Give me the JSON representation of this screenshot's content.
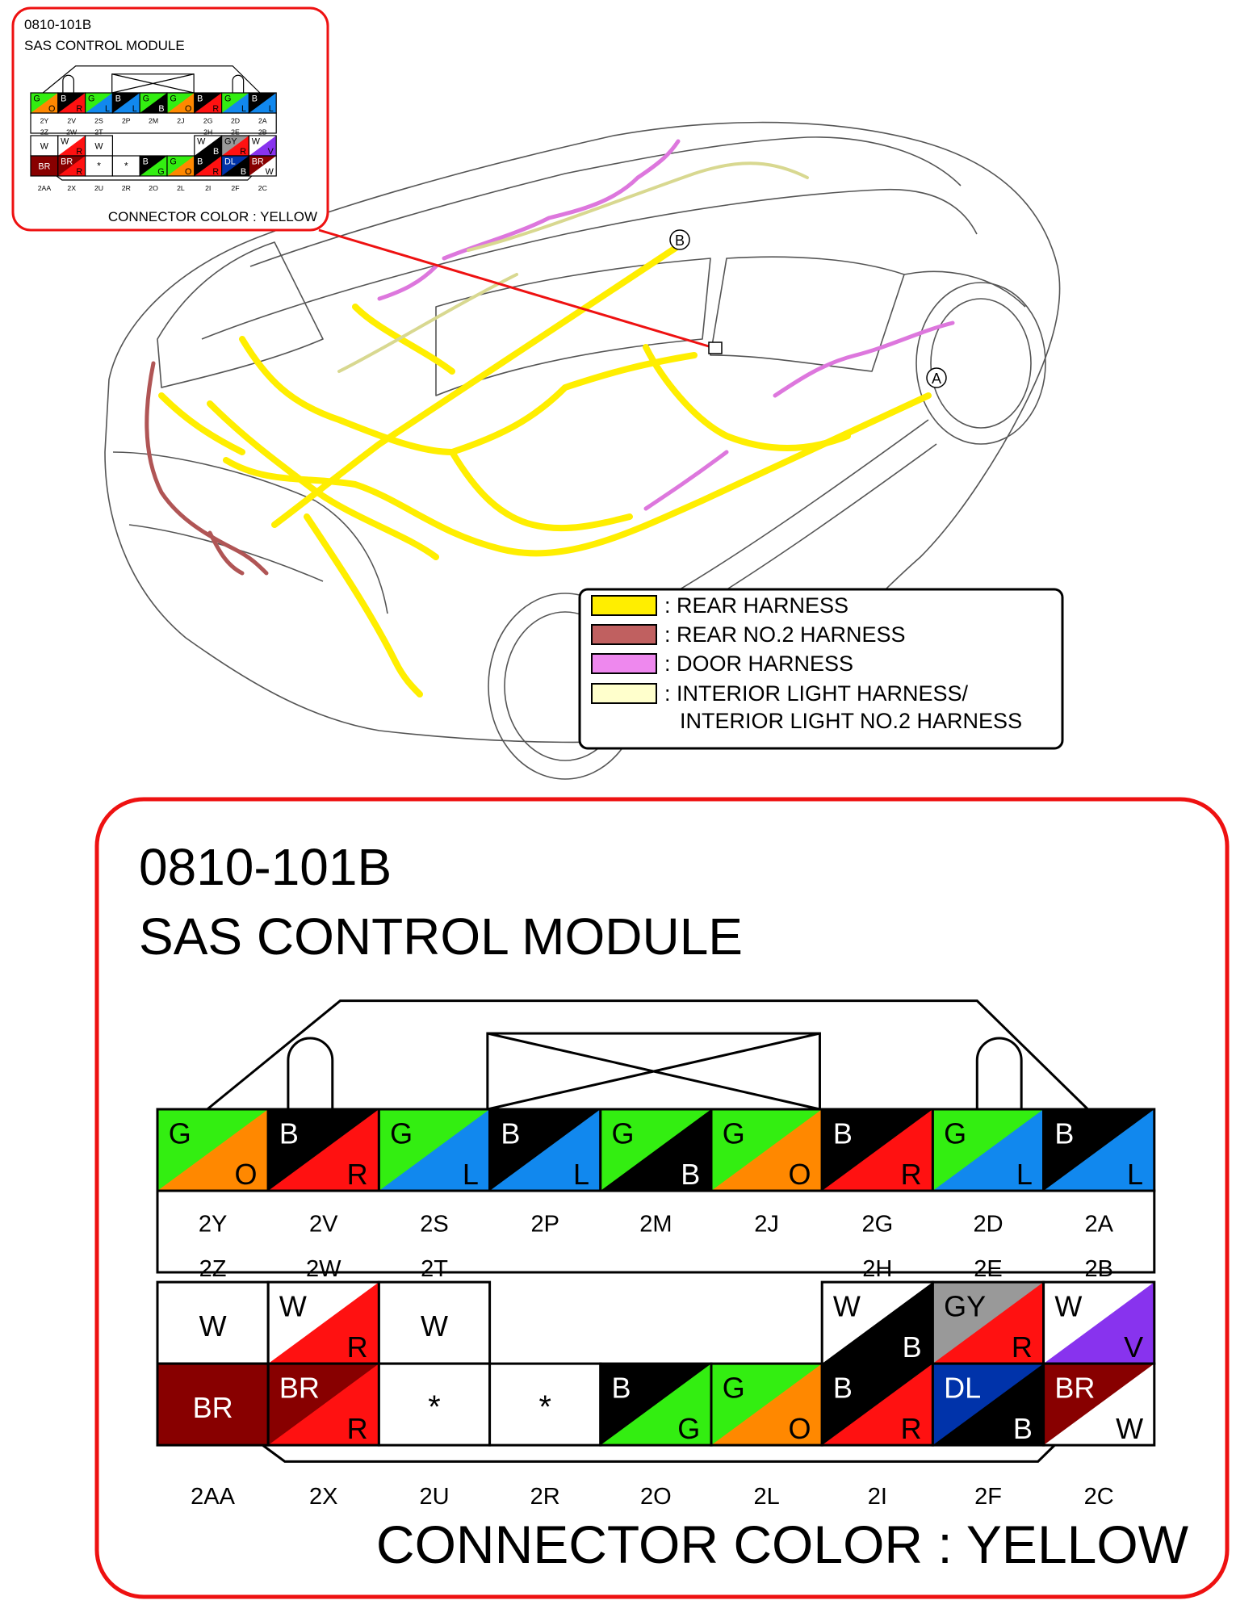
{
  "colors": {
    "G": "#33ee11",
    "O": "#ff8800",
    "B": "#000000",
    "R": "#ff1111",
    "L": "#1188ee",
    "W": "#ffffff",
    "GY": "#999999",
    "V": "#8833ee",
    "DL": "#0033aa",
    "BR": "#880000",
    "frame": "#ee1111",
    "harness_rear": "#ffee00",
    "harness_rear2": "#c06060",
    "harness_door": "#ee88ee",
    "harness_light": "#ffffcc"
  },
  "inset": {
    "code": "0810-101B",
    "title": "SAS CONTROL MODULE",
    "connector_color": "CONNECTOR COLOR : YELLOW"
  },
  "diagram": {
    "markers": [
      "B",
      "A"
    ]
  },
  "legend": {
    "items": [
      {
        "label": ": REAR HARNESS",
        "color": "#ffee00"
      },
      {
        "label": ": REAR NO.2 HARNESS",
        "color": "#c06060"
      },
      {
        "label": ": DOOR HARNESS",
        "color": "#ee88ee"
      },
      {
        "label": ": INTERIOR LIGHT HARNESS/",
        "color": "#ffffcc"
      },
      {
        "label": "INTERIOR LIGHT NO.2 HARNESS",
        "color": ""
      }
    ]
  },
  "connector": {
    "code": "0810-101B",
    "title": "SAS CONTROL MODULE",
    "connector_color": "CONNECTOR COLOR : YELLOW",
    "row1": [
      {
        "pin": "2Y",
        "c1": "G",
        "c2": "O"
      },
      {
        "pin": "2V",
        "c1": "B",
        "c2": "R"
      },
      {
        "pin": "2S",
        "c1": "G",
        "c2": "L"
      },
      {
        "pin": "2P",
        "c1": "B",
        "c2": "L"
      },
      {
        "pin": "2M",
        "c1": "G",
        "c2": "B"
      },
      {
        "pin": "2J",
        "c1": "G",
        "c2": "O"
      },
      {
        "pin": "2G",
        "c1": "B",
        "c2": "R"
      },
      {
        "pin": "2D",
        "c1": "G",
        "c2": "L"
      },
      {
        "pin": "2A",
        "c1": "B",
        "c2": "L"
      }
    ],
    "row2": [
      {
        "pin": "2Z",
        "c1": "W",
        "c2": ""
      },
      {
        "pin": "2W",
        "c1": "W",
        "c2": "R"
      },
      {
        "pin": "2T",
        "c1": "W",
        "c2": ""
      },
      null,
      null,
      null,
      {
        "pin": "2H",
        "c1": "W",
        "c2": "B"
      },
      {
        "pin": "2E",
        "c1": "GY",
        "c2": "R"
      },
      {
        "pin": "2B",
        "c1": "W",
        "c2": "V"
      }
    ],
    "row3": [
      {
        "pin": "2AA",
        "c1": "BR",
        "c2": ""
      },
      {
        "pin": "2X",
        "c1": "BR",
        "c2": "R"
      },
      {
        "pin": "2U",
        "c1": "*",
        "c2": ""
      },
      {
        "pin": "2R",
        "c1": "*",
        "c2": ""
      },
      {
        "pin": "2O",
        "c1": "B",
        "c2": "G"
      },
      {
        "pin": "2L",
        "c1": "G",
        "c2": "O"
      },
      {
        "pin": "2I",
        "c1": "B",
        "c2": "R"
      },
      {
        "pin": "2F",
        "c1": "DL",
        "c2": "B"
      },
      {
        "pin": "2C",
        "c1": "BR",
        "c2": "W"
      }
    ]
  }
}
